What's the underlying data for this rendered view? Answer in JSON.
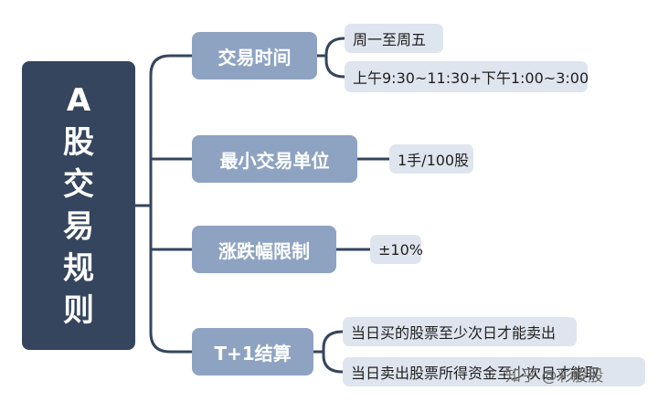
{
  "root": {
    "title": "A股交易规则"
  },
  "branches": [
    {
      "label": "交易时间",
      "leaves": [
        "周一至周五",
        "上午9:30~11:30+下午1:00~3:00"
      ]
    },
    {
      "label": "最小交易单位",
      "leaves": [
        "1手/100股"
      ]
    },
    {
      "label": "涨跌幅限制",
      "leaves": [
        "±10%"
      ]
    },
    {
      "label": "T+1结算",
      "leaves": [
        "当日买的股票至少次日才能卖出",
        "当日卖出股票所得资金至少次日才能取"
      ]
    }
  ],
  "watermark": "知乎 @彩股股",
  "colors": {
    "root": "#34455d",
    "branch": "#8ea3c2",
    "leaf": "#dfe5ee",
    "connector": "#34455d"
  }
}
